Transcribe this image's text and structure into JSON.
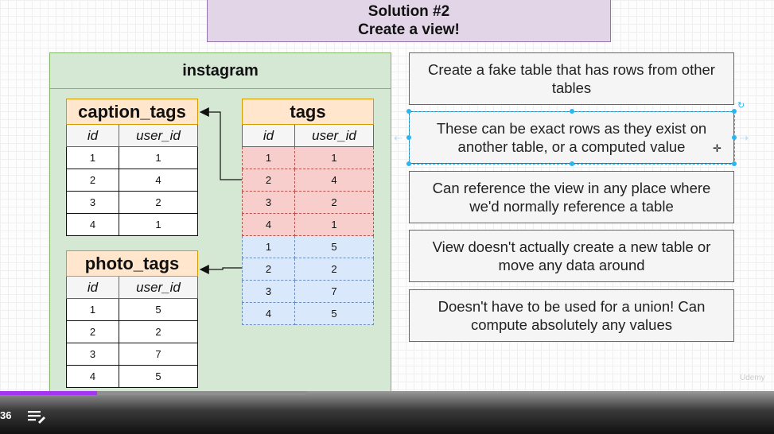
{
  "slide": {
    "title_line1": "Solution #2",
    "title_line2": "Create a view!"
  },
  "database": {
    "name": "instagram"
  },
  "tables": {
    "caption_tags": {
      "name": "caption_tags",
      "columns": [
        "id",
        "user_id"
      ],
      "rows": [
        [
          "1",
          "1"
        ],
        [
          "2",
          "4"
        ],
        [
          "3",
          "2"
        ],
        [
          "4",
          "1"
        ]
      ]
    },
    "photo_tags": {
      "name": "photo_tags",
      "columns": [
        "id",
        "user_id"
      ],
      "rows": [
        [
          "1",
          "5"
        ],
        [
          "2",
          "2"
        ],
        [
          "3",
          "7"
        ],
        [
          "4",
          "5"
        ]
      ]
    },
    "tags": {
      "name": "tags",
      "columns": [
        "id",
        "user_id"
      ],
      "rows": [
        [
          "1",
          "1"
        ],
        [
          "2",
          "4"
        ],
        [
          "3",
          "2"
        ],
        [
          "4",
          "1"
        ],
        [
          "1",
          "5"
        ],
        [
          "2",
          "2"
        ],
        [
          "3",
          "7"
        ],
        [
          "4",
          "5"
        ]
      ]
    }
  },
  "notes": [
    "Create a fake table that has rows from other tables",
    "These can be exact rows as they exist on another table, or a computed value",
    "Can reference the view in any place where we'd normally reference a table",
    "View doesn't actually create a new table or move any data around",
    "Doesn't have to be used for a union! Can compute absolutely any values"
  ],
  "watermark": "Udemy",
  "player": {
    "time": "36",
    "progress": 0.125,
    "accent": "#a435f0",
    "icons": [
      "playlist-icon",
      "resize-icon",
      "add-cursor-icon"
    ]
  }
}
